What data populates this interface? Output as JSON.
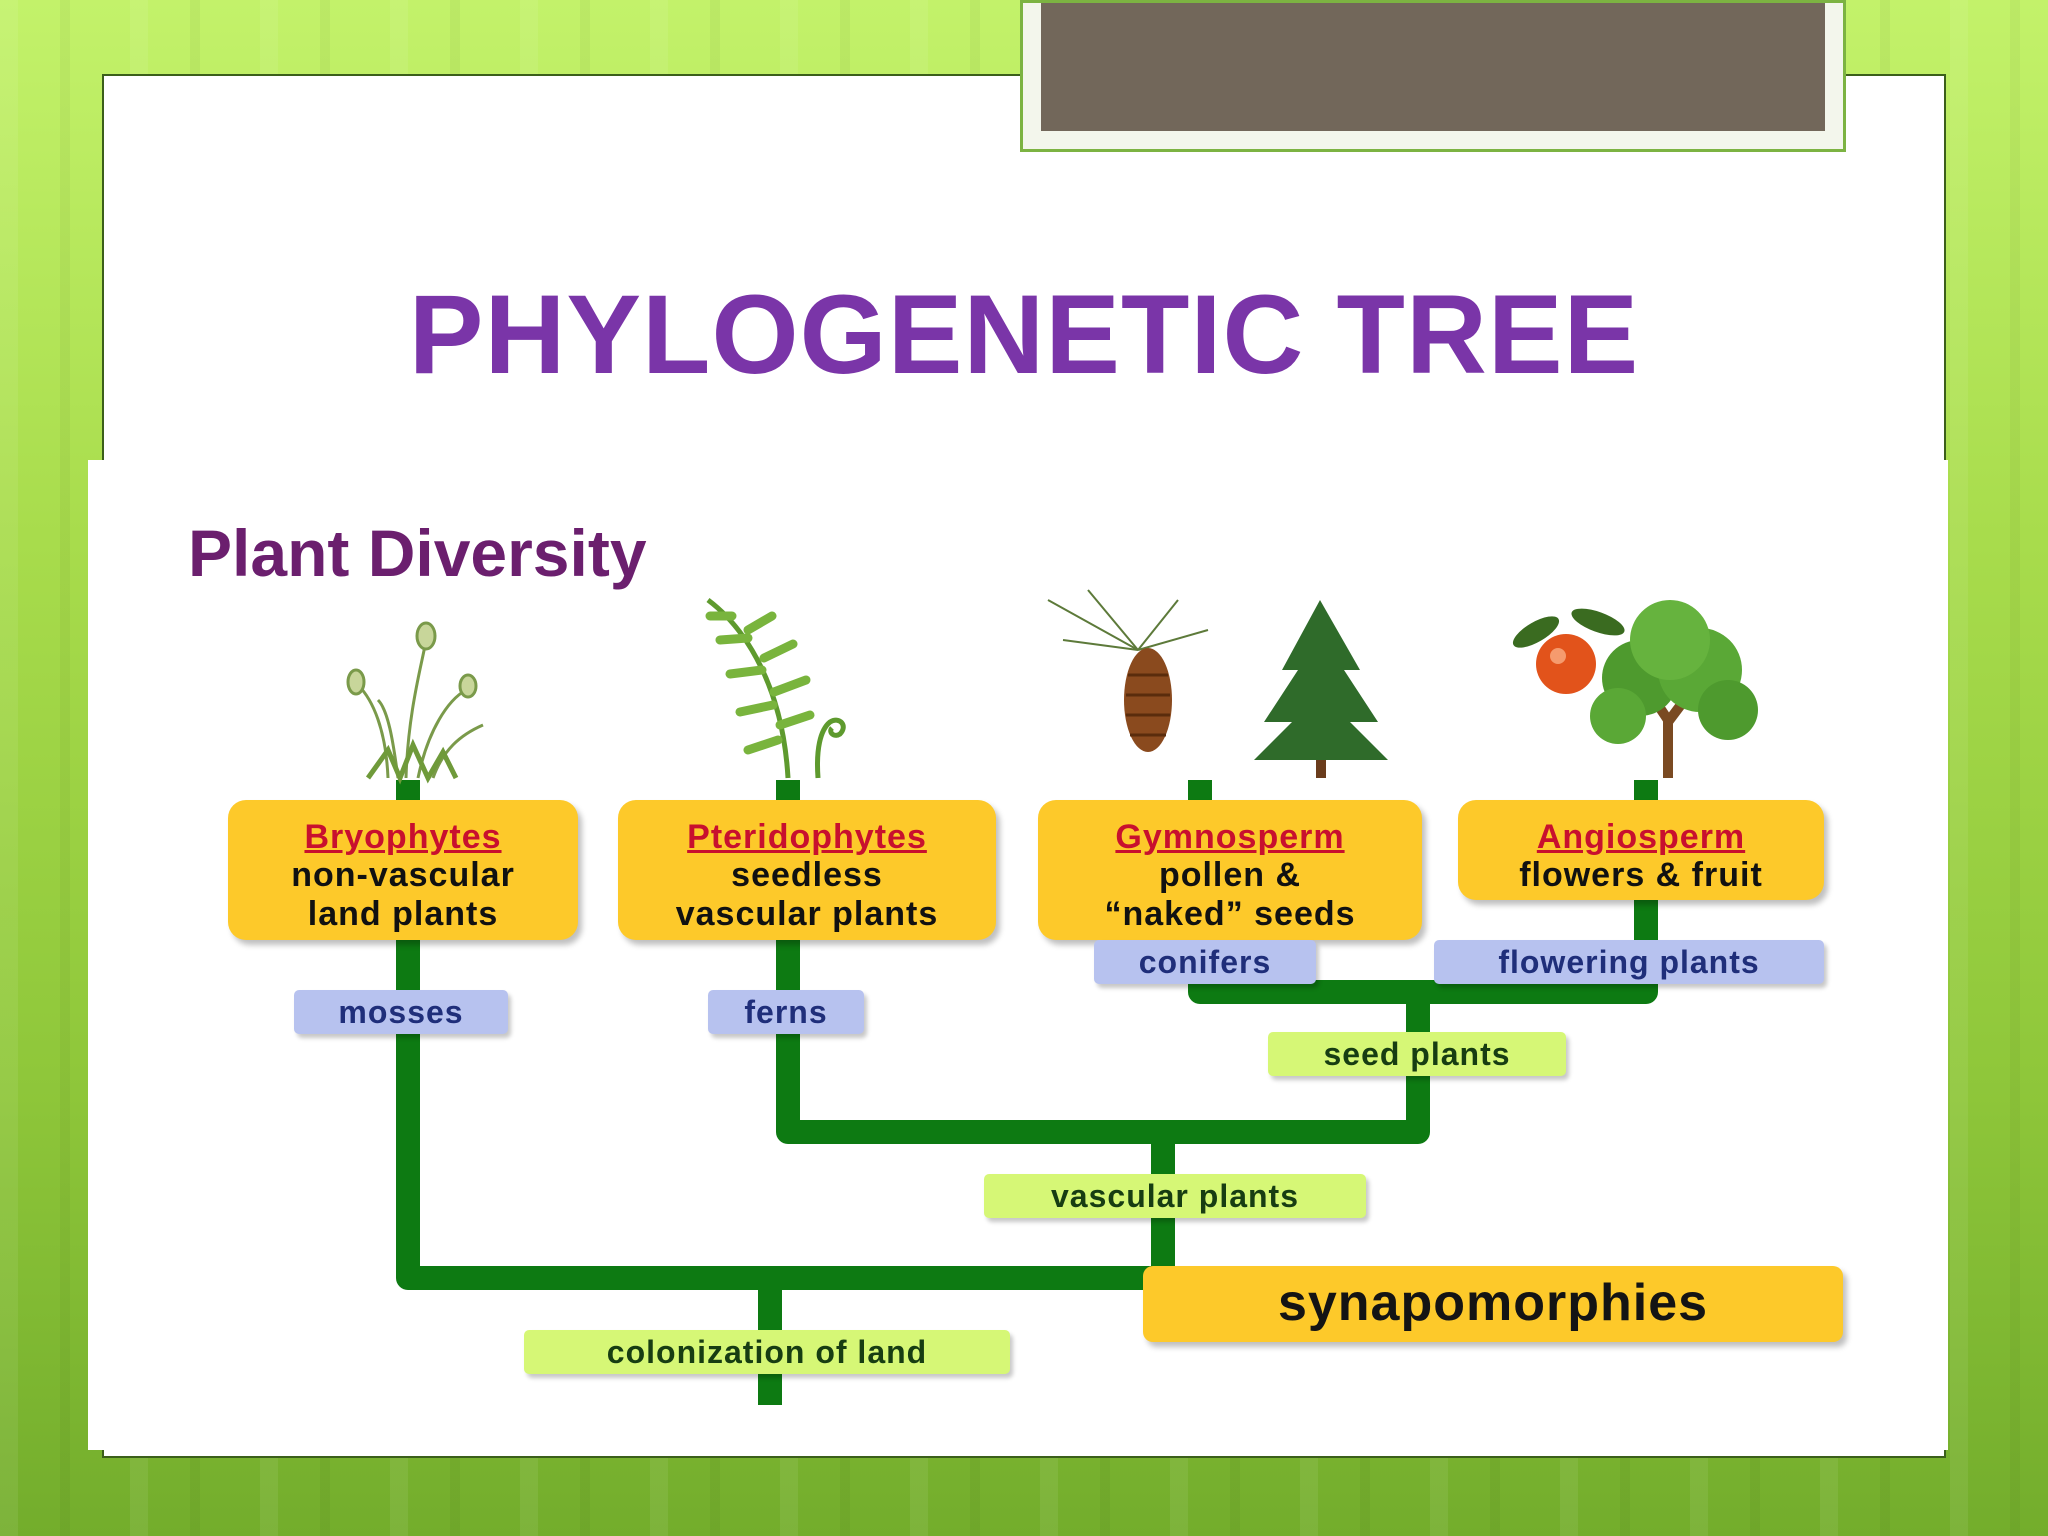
{
  "slide": {
    "title": "PHYLOGENETIC TREE"
  },
  "diagram": {
    "title": "Plant Diversity",
    "groups": [
      {
        "name": "Bryophytes",
        "description": "non-vascular\nland plants",
        "clade_label": "mosses",
        "illustration": "moss-illustration"
      },
      {
        "name": "Pteridophytes",
        "description": "seedless\nvascular plants",
        "clade_label": "ferns",
        "illustration": "fern-illustration"
      },
      {
        "name": "Gymnosperm",
        "description": "pollen  &\n“naked” seeds",
        "clade_label": "conifers",
        "illustration": "pinecone-and-conifer-illustration"
      },
      {
        "name": "Angiosperm",
        "description": "flowers & fruit",
        "clade_label": "flowering plants",
        "illustration": "fruit-and-tree-illustration"
      }
    ],
    "synapomorphies": {
      "label": "synapomorphies",
      "items": [
        "seed plants",
        "vascular plants",
        "colonization of land"
      ]
    }
  },
  "colors": {
    "branch": "#0d7a12",
    "group_box": "#fdc92a",
    "group_name": "#c8102e",
    "title": "#7a35a8",
    "clade_tag": "#b7c2ef",
    "synapomorphy_tag": "#d6f776"
  }
}
